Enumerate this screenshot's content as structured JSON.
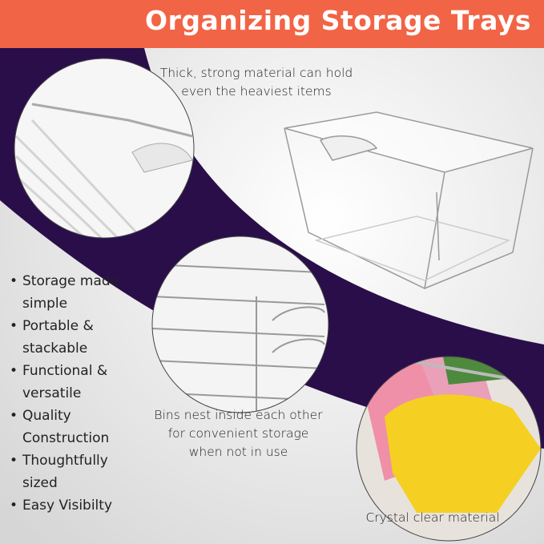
{
  "header": {
    "title": "Organizing Storage Trays"
  },
  "captions": {
    "material": [
      "Thick, strong material can hold",
      "even the heaviest items"
    ],
    "nesting": [
      "Bins nest inside each other",
      "for convenient storage",
      "when not in use"
    ],
    "clear": "Crystal clear material"
  },
  "features": [
    [
      "Storage made",
      "simple"
    ],
    [
      "Portable &",
      "stackable"
    ],
    [
      "Functional &",
      "versatile"
    ],
    [
      "Quality",
      "Construction"
    ],
    [
      "Thoughtfully",
      "sized"
    ],
    [
      "Easy Visibilty"
    ]
  ],
  "colors": {
    "header": "#f26446",
    "swoosh": "#2a0e4a",
    "background": "#e9e9e9"
  }
}
